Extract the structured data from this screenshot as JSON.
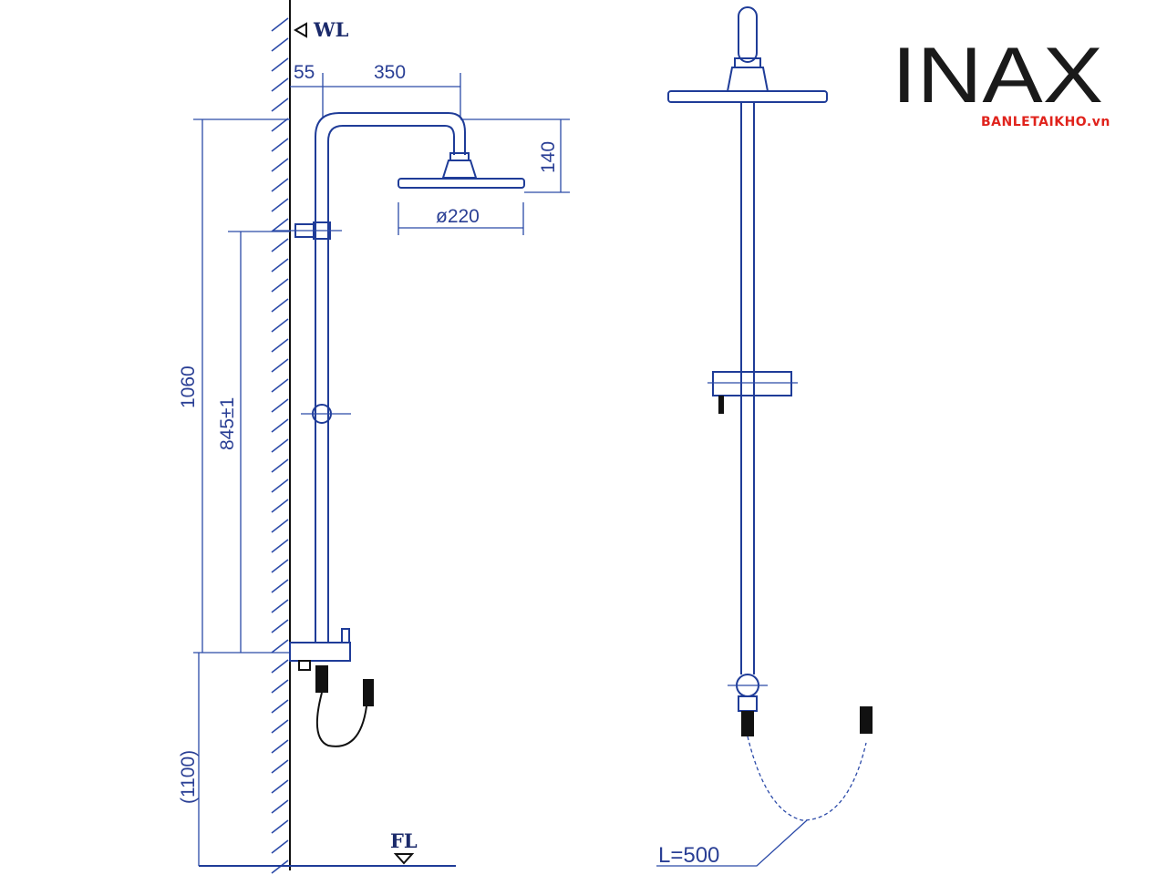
{
  "logo": {
    "brand": "INAX",
    "watermark": "BANLETAIKHO.vn"
  },
  "labels": {
    "wall_level": "WL",
    "floor_level": "FL",
    "offset_wall": "55",
    "arm_length": "350",
    "head_height": "140",
    "head_diameter": "ø220",
    "total_height": "1060",
    "bracket_spacing": "845±1",
    "mount_height": "(1100)",
    "hose_length": "L=500"
  },
  "colors": {
    "line": "#1f3c98",
    "logo": "#1a1a1a",
    "watermark": "#e0231c"
  }
}
